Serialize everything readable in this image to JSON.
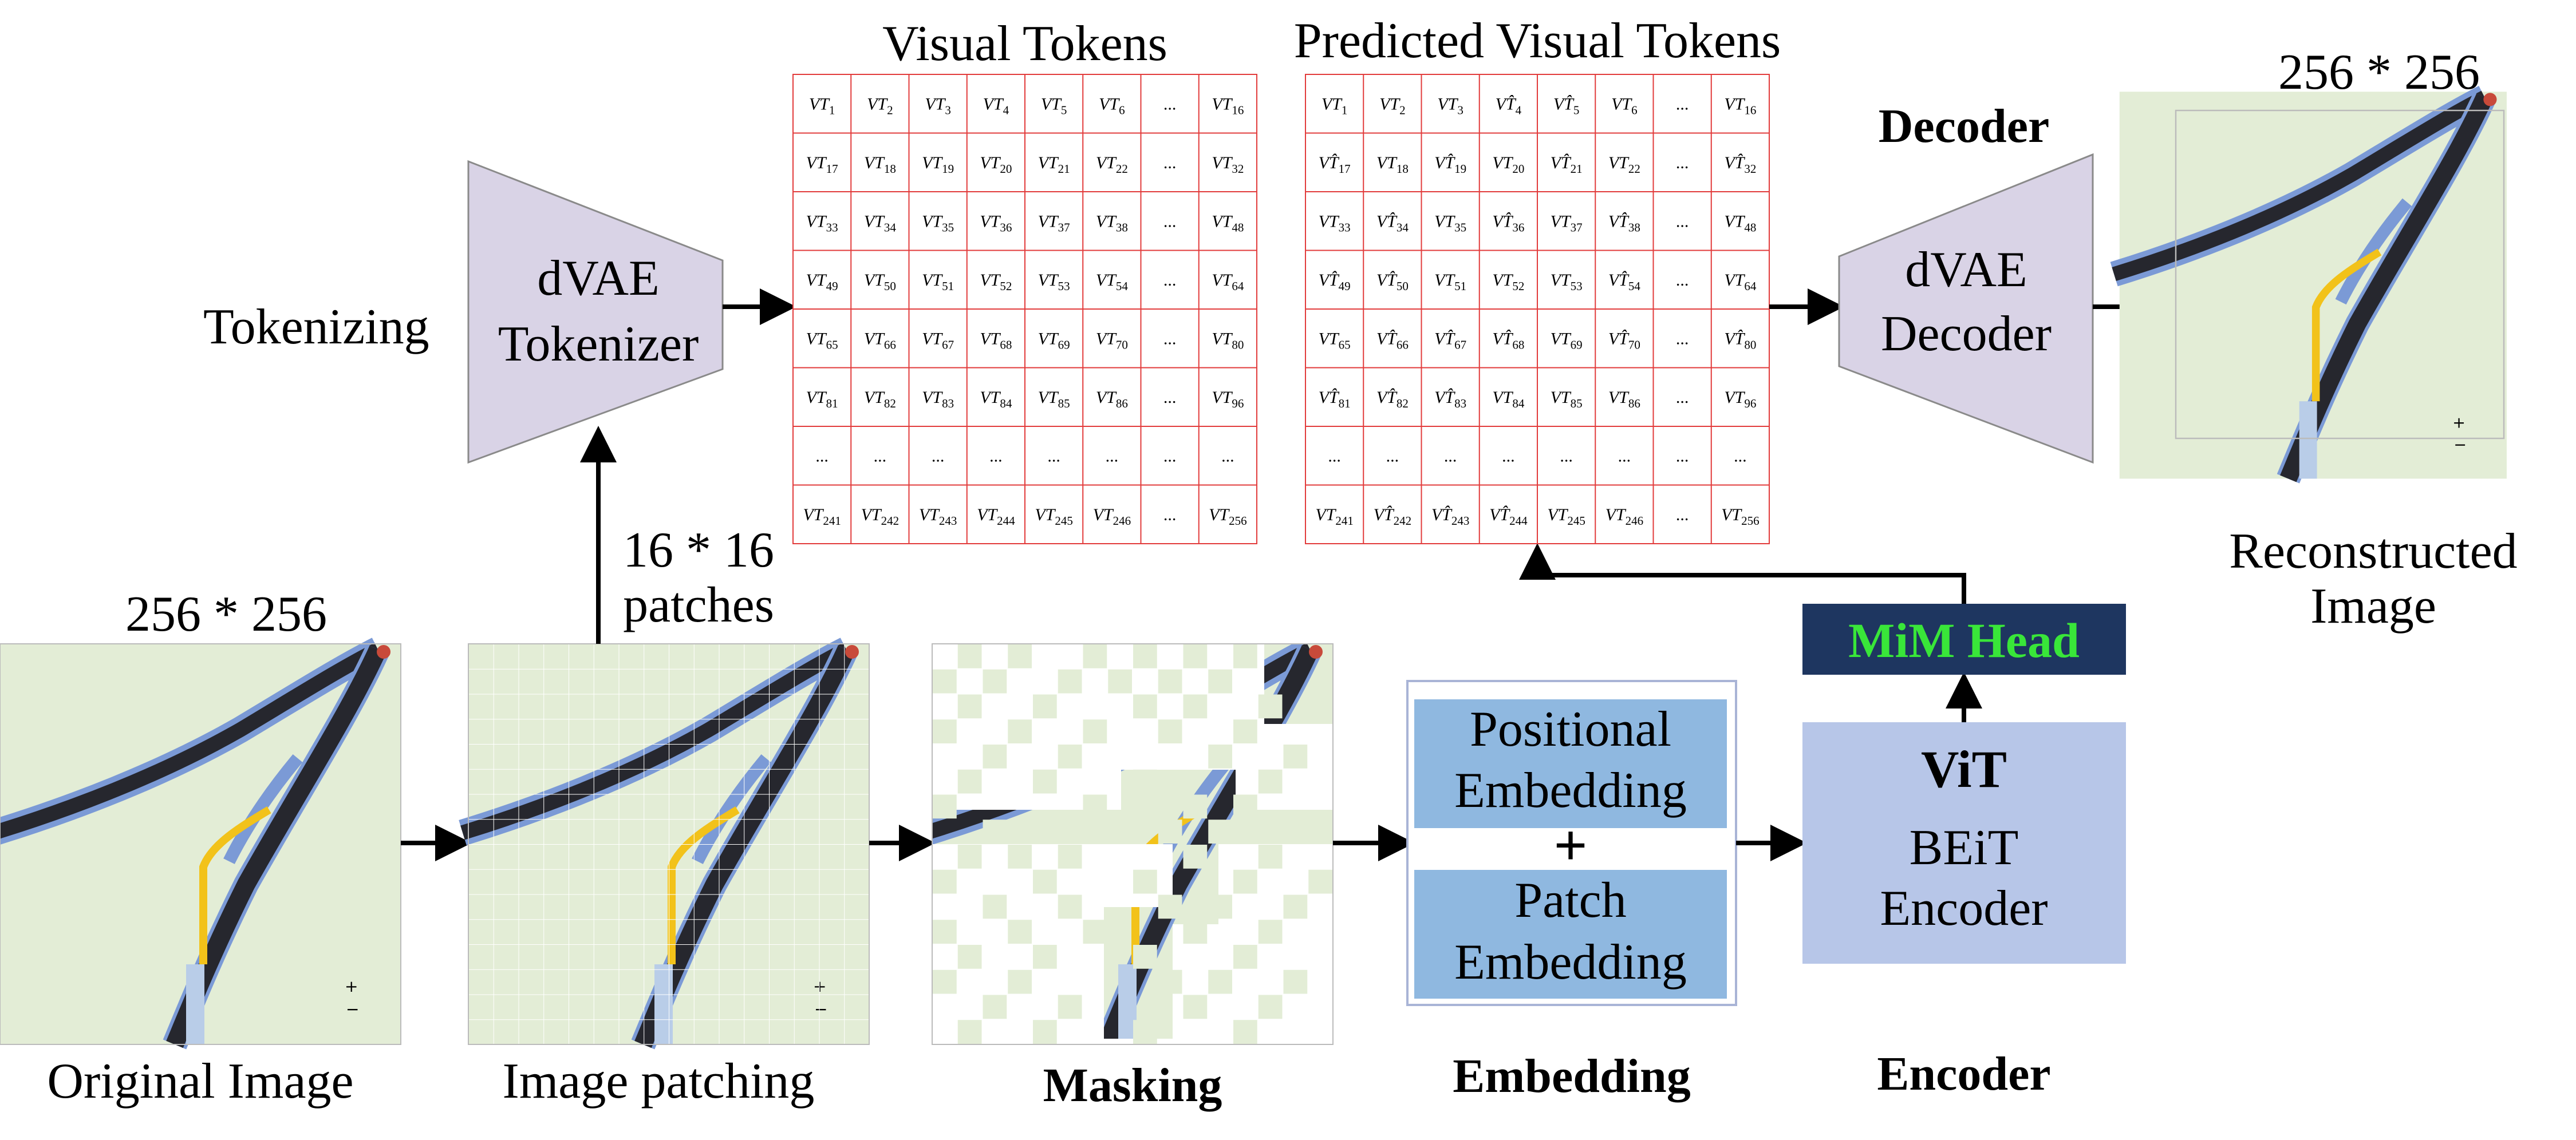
{
  "labels": {
    "size_top": "256 * 256",
    "size_left": "256 * 256",
    "patches_line1": "16 * 16",
    "patches_line2": "patches",
    "tokenizing": "Tokenizing",
    "tokenizer_line1": "dVAE",
    "tokenizer_line2": "Tokenizer",
    "visual_tokens": "Visual Tokens",
    "predicted_tokens": "Predicted Visual Tokens",
    "decoder_title": "Decoder",
    "decoder_line1": "dVAE",
    "decoder_line2": "Decoder",
    "reconstructed_line1": "Reconstructed",
    "reconstructed_line2": "Image",
    "original_image": "Original Image",
    "image_patching": "Image patching",
    "masking": "Masking",
    "embedding": "Embedding",
    "encoder": "Encoder",
    "positional_line1": "Positional",
    "positional_line2": "Embedding",
    "plus": "+",
    "patch_line1": "Patch",
    "patch_line2": "Embedding",
    "mim_head": "MiM Head",
    "vit": "ViT",
    "beit_line1": "BEiT",
    "beit_line2": "Encoder"
  },
  "visual_tokens": {
    "rows": [
      [
        "1",
        "2",
        "3",
        "4",
        "5",
        "6",
        "...",
        "16"
      ],
      [
        "17",
        "18",
        "19",
        "20",
        "21",
        "22",
        "...",
        "32"
      ],
      [
        "33",
        "34",
        "35",
        "36",
        "37",
        "38",
        "...",
        "48"
      ],
      [
        "49",
        "50",
        "51",
        "52",
        "53",
        "54",
        "...",
        "64"
      ],
      [
        "65",
        "66",
        "67",
        "68",
        "69",
        "70",
        "...",
        "80"
      ],
      [
        "81",
        "82",
        "83",
        "84",
        "85",
        "86",
        "...",
        "96"
      ],
      [
        "...",
        "...",
        "...",
        "...",
        "...",
        "...",
        "...",
        "..."
      ],
      [
        "241",
        "242",
        "243",
        "244",
        "245",
        "246",
        "...",
        "256"
      ]
    ]
  },
  "predicted_tokens": {
    "rows": [
      [
        "1",
        "2",
        "3",
        "4^",
        "5^",
        "6",
        "...",
        "16"
      ],
      [
        "17^",
        "18",
        "19^",
        "20",
        "21^",
        "22",
        "...",
        "32^"
      ],
      [
        "33",
        "34^",
        "35",
        "36^",
        "37",
        "38^",
        "...",
        "48"
      ],
      [
        "49^",
        "50^",
        "51",
        "52",
        "53",
        "54^",
        "...",
        "64"
      ],
      [
        "65",
        "66^",
        "67^",
        "68^",
        "69",
        "70^",
        "...",
        "80^"
      ],
      [
        "81^",
        "82^",
        "83^",
        "84",
        "85",
        "86",
        "...",
        "96"
      ],
      [
        "...",
        "...",
        "...",
        "...",
        "...",
        "...",
        "...",
        "..."
      ],
      [
        "241",
        "242^",
        "243^",
        "244^",
        "245",
        "246",
        "...",
        "256"
      ]
    ]
  },
  "colors": {
    "trapezoid": "#d9d3e6",
    "grid_line": "#e23b3b",
    "embedding_fill": "#8fb8e0",
    "vit_fill": "#b7c6e8",
    "mim_fill": "#1e3660",
    "mim_text": "#39e639",
    "map_bg": "#e3edd6",
    "road": "#26272e",
    "road_blue": "#7b9ad6",
    "route": "#f2c21a"
  }
}
